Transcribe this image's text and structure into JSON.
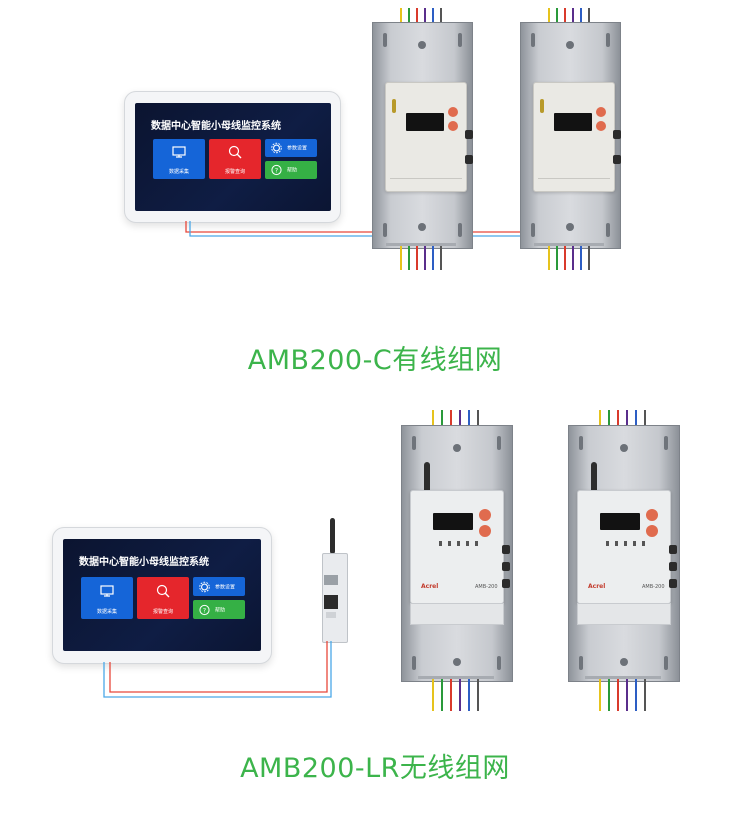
{
  "sections": [
    {
      "caption": "AMB200-C有线组网",
      "tablet": {
        "title": "数据中心智能小母线监控系统",
        "tiles": [
          {
            "label": "数据采集",
            "icon": "monitor-icon"
          },
          {
            "label": "报警查询",
            "icon": "search-icon"
          },
          {
            "label": "参数设置",
            "icon": "gear-icon"
          },
          {
            "label": "帮助",
            "icon": "help-icon"
          }
        ]
      }
    },
    {
      "caption": "AMB200-LR无线组网",
      "tablet": {
        "title": "数据中心智能小母线监控系统",
        "tiles": [
          {
            "label": "数据采集",
            "icon": "monitor-icon"
          },
          {
            "label": "报警查询",
            "icon": "search-icon"
          },
          {
            "label": "参数设置",
            "icon": "gear-icon"
          },
          {
            "label": "帮助",
            "icon": "help-icon"
          }
        ]
      },
      "devices": [
        {
          "brand": "Acrel",
          "model": "AMB-200"
        },
        {
          "brand": "Acrel",
          "model": "AMB-200"
        }
      ]
    }
  ],
  "colors": {
    "caption": "#3cb44b",
    "tile_blue": "#1565d8",
    "tile_red": "#e5262c",
    "tile_green": "#35b045",
    "wire_red": "#e8483b",
    "wire_blue": "#4aa8e8"
  }
}
